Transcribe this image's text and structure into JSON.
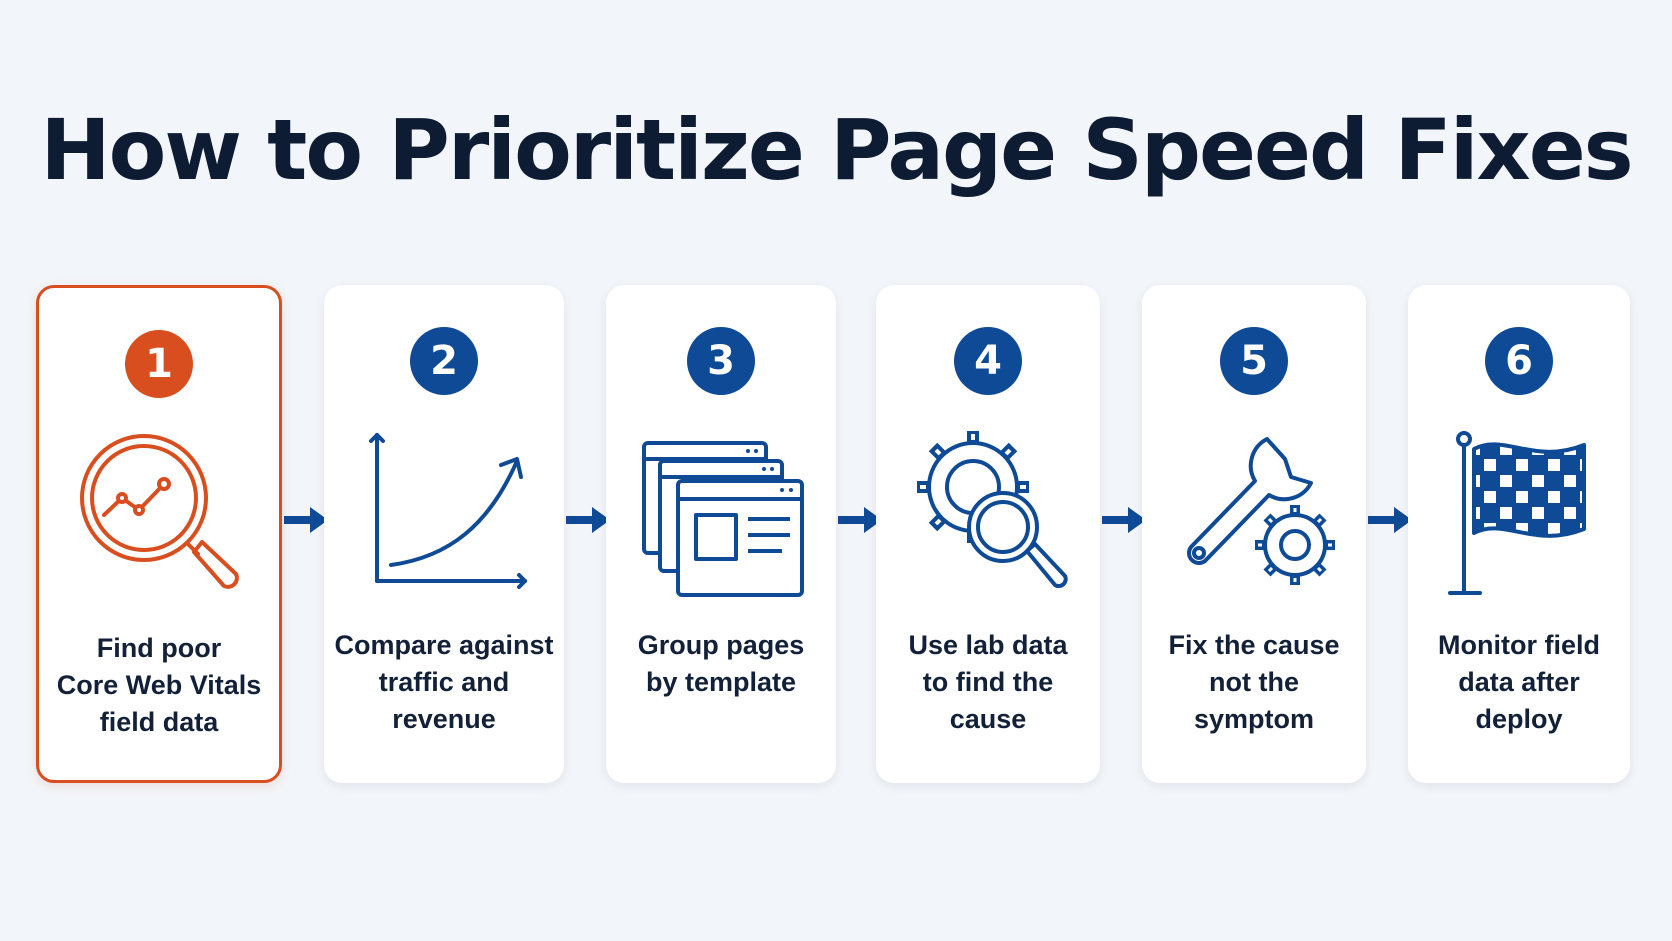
{
  "title": "How to Prioritize Page Speed Fixes",
  "colors": {
    "accent_orange": "#d94e1f",
    "brand_blue": "#0e4a96",
    "text_dark": "#0d1b33",
    "background": "#f2f5f9"
  },
  "steps": [
    {
      "number": "1",
      "label": "Find poor\nCore Web Vitals\nfield data",
      "icon": "magnifier-chart-icon",
      "active": true
    },
    {
      "number": "2",
      "label": "Compare against\ntraffic and\nrevenue",
      "icon": "growth-chart-icon",
      "active": false
    },
    {
      "number": "3",
      "label": "Group pages\nby template",
      "icon": "stacked-windows-icon",
      "active": false
    },
    {
      "number": "4",
      "label": "Use lab data\nto find the cause",
      "icon": "gear-magnifier-icon",
      "active": false
    },
    {
      "number": "5",
      "label": "Fix the cause\nnot the symptom",
      "icon": "wrench-gear-icon",
      "active": false
    },
    {
      "number": "6",
      "label": "Monitor field\ndata after deploy",
      "icon": "checkered-flag-icon",
      "active": false
    }
  ]
}
